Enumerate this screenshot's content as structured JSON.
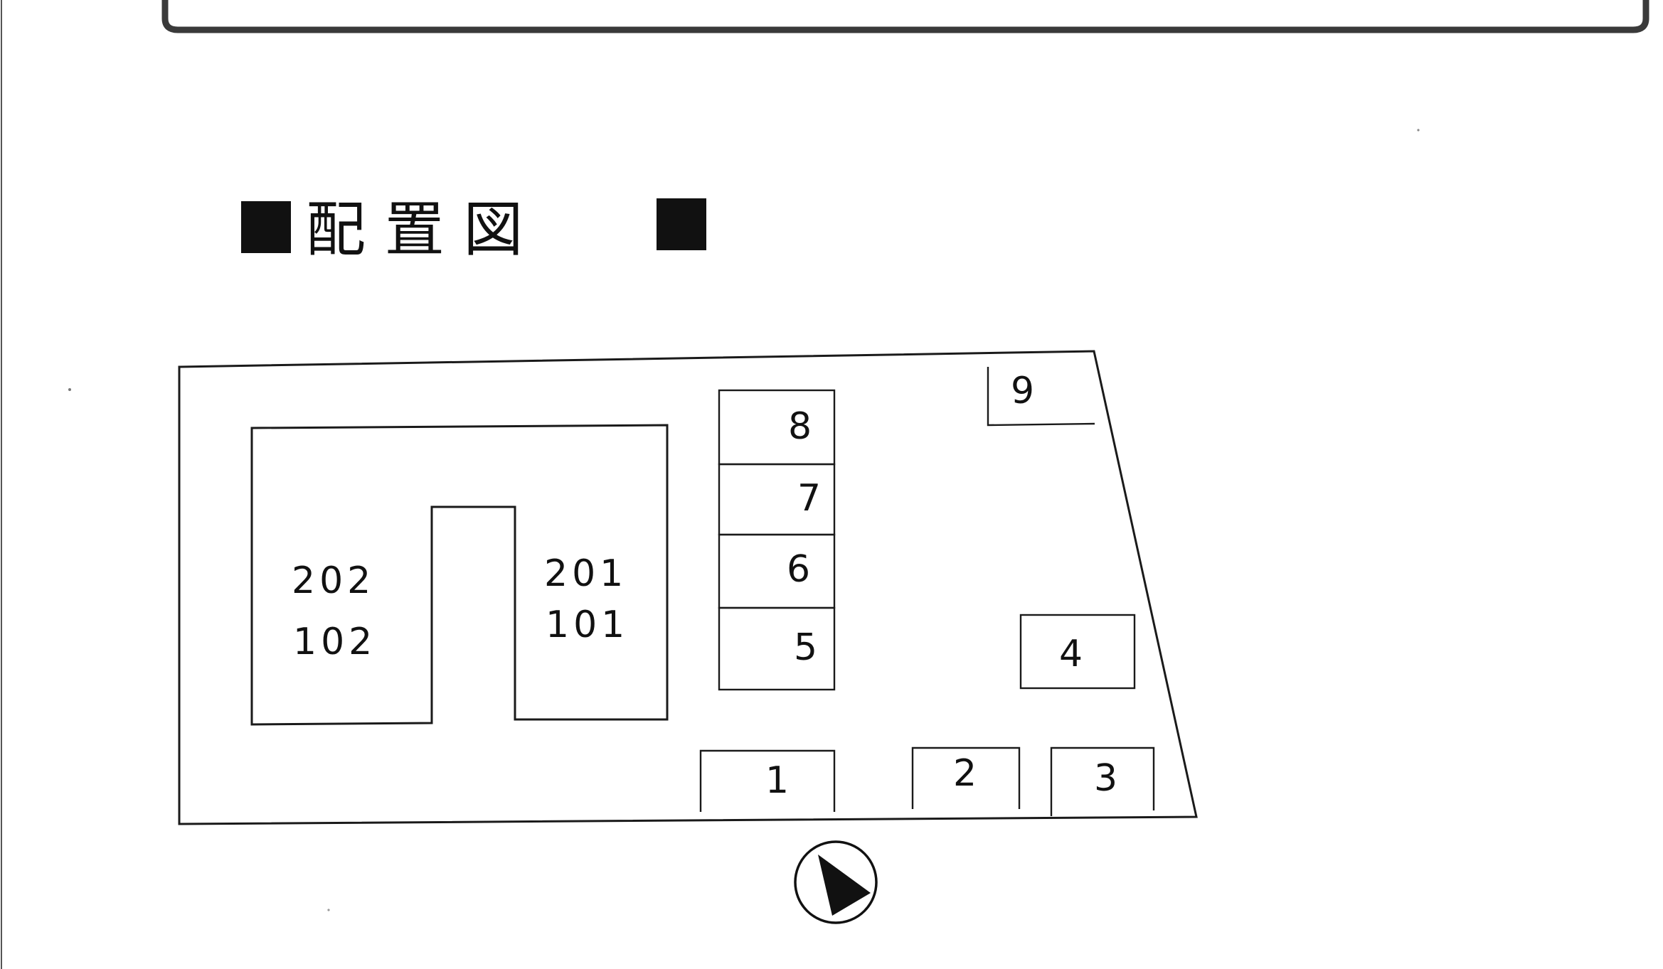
{
  "title": "配 置 図",
  "building": {
    "units_left": [
      "202",
      "102"
    ],
    "units_right": [
      "201",
      "101"
    ]
  },
  "parking": [
    "1",
    "2",
    "3",
    "4",
    "5",
    "6",
    "7",
    "8",
    "9"
  ],
  "compass": {
    "icon": "north-arrow-icon"
  },
  "colors": {
    "ink": "#1a1a1a",
    "paper": "#ffffff"
  }
}
